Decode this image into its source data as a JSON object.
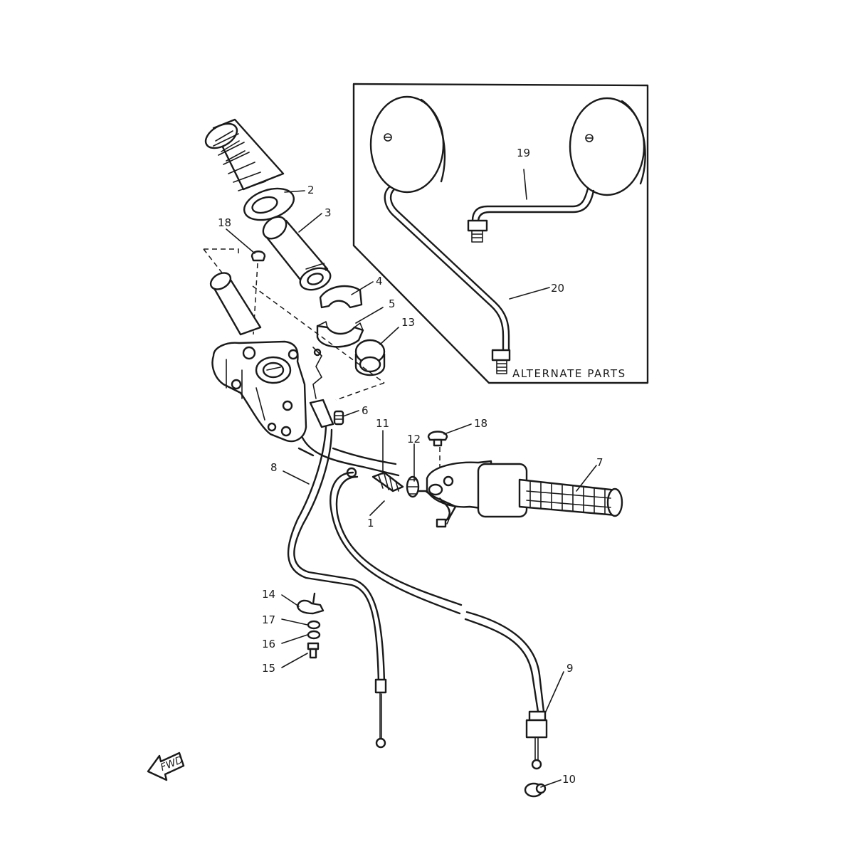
{
  "diagram": {
    "callouts": {
      "c1": "1",
      "c2": "2",
      "c3": "3",
      "c4": "4",
      "c5": "5",
      "c6": "6",
      "c7": "7",
      "c8": "8",
      "c9": "9",
      "c10": "10",
      "c11": "11",
      "c12": "12",
      "c13": "13",
      "c14": "14",
      "c15": "15",
      "c16": "16",
      "c17": "17",
      "c18a": "18",
      "c18b": "18",
      "c19": "19",
      "c20": "20"
    },
    "alternate_box_label": "ALTERNATE PARTS",
    "direction_label": "FWD"
  }
}
